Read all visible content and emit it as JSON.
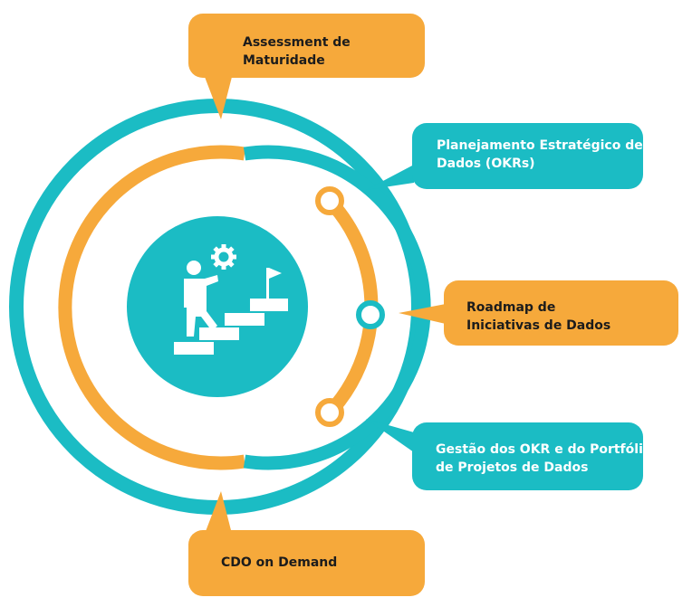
{
  "colors": {
    "teal": "#1bbcc4",
    "orange": "#f6a93b",
    "text_dark": "#1c1c1c",
    "text_light": "#ffffff",
    "background": "#ffffff"
  },
  "center": {
    "icon": "stairs-goal-icon",
    "secondary_icons": [
      "gear-icon",
      "flag-icon"
    ]
  },
  "callouts": [
    {
      "id": "assessment",
      "color": "orange",
      "lines": [
        "Assessment de",
        "Maturidade"
      ]
    },
    {
      "id": "planejamento",
      "color": "teal",
      "lines": [
        "Planejamento Estratégico de",
        "Dados (OKRs)"
      ]
    },
    {
      "id": "roadmap",
      "color": "orange",
      "lines": [
        "Roadmap de",
        "Iniciativas de Dados"
      ]
    },
    {
      "id": "gestao",
      "color": "teal",
      "lines": [
        "Gestão dos OKR e do Portfólio",
        "de Projetos de Dados"
      ]
    },
    {
      "id": "cdo",
      "color": "orange",
      "lines": [
        "CDO on Demand"
      ]
    }
  ]
}
